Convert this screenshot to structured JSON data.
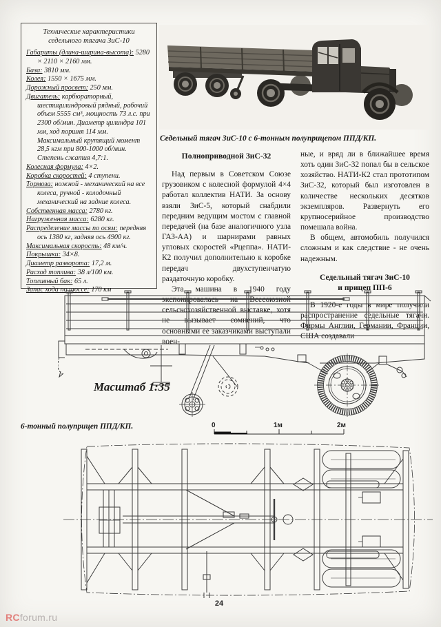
{
  "spec_box": {
    "title_line1": "Технические характеристики",
    "title_line2": "седельного тягача ЗиС-10",
    "items": [
      {
        "label": "Габариты (длина-ширина-высота):",
        "value": "5280 × 2110 × 2160 мм."
      },
      {
        "label": "База:",
        "value": "3810 мм."
      },
      {
        "label": "Колея:",
        "value": "1550 × 1675 мм."
      },
      {
        "label": "Дорожный просвет:",
        "value": "250 мм."
      },
      {
        "label": "Двигатель:",
        "value": "карбюраторный, шестицилиндровый рядный, рабочий объем 5555 см³, мощность 73 л.с. при 2300 об/мин. Диаметр цилиндра 101 мм, ход поршня 114 мм. Максимальный крутящий момент 28,5 кгм при 800-1000 об/мин. Степень сжатия 4,7:1."
      },
      {
        "label": "Колесная формула:",
        "value": "4×2."
      },
      {
        "label": "Коробка скоростей:",
        "value": "4 ступени."
      },
      {
        "label": "Тормоза:",
        "value": "ножной - механический на все колеса, ручной - колодочный механический на задние колеса."
      },
      {
        "label": "Собственная масса:",
        "value": "2780 кг."
      },
      {
        "label": "Нагруженная масса:",
        "value": "6280 кг."
      },
      {
        "label": "Распределение массы по осям:",
        "value": "передняя ось 1380 кг, задняя ось 4900 кг."
      },
      {
        "label": "Максимальная скорость:",
        "value": "48 км/ч."
      },
      {
        "label": "Покрышки:",
        "value": "34×8."
      },
      {
        "label": "Диаметр разворота:",
        "value": "17,2 м."
      },
      {
        "label": "Расход топлива:",
        "value": "38 л/100 км."
      },
      {
        "label": "Топливный бак:",
        "value": "65 л."
      },
      {
        "label": "Запас хода по шоссе:",
        "value": "170 км"
      }
    ]
  },
  "photo_caption": "Седельный тягач ЗиС-10 с 6-тонным полуприцепом ППД/КП.",
  "article": {
    "left_heading": "Полноприводной ЗиС-32",
    "left_p1": "Над первым в Советском Союзе грузовиком с колесной формулой 4×4 работал коллектив НАТИ. За основу взяли ЗиС-5, который снабдили передним ведущим мостом с главной передачей (на базе аналогичного узла ГАЗ-АА) и шарнирами равных угловых скоростей «Рцеппа». НАТИ-К2 получил дополнительно к коробке передач двухступенчатую раздаточную коробку.",
    "left_p2": "Эта машина в 1940 году экспонировалась на Всесоюзной сельскохозяйственной выставке, хотя не вызывает сомнений, что основными ее заказчиками выступали воен-",
    "right_p1": "ные, и вряд ли в ближайшее время хоть один ЗиС-32 попал бы в сельское хозяйство. НАТИ-К2 стал прототипом ЗиС-32, который был изготовлен в количестве нескольких десятков экземпляров. Развернуть его крупносерийное производство помешала война.",
    "right_p2": "В общем, автомобиль получился сложным и как следствие - не очень надежным.",
    "right_heading_line1": "Седельный тягач ЗиС-10",
    "right_heading_line2": "и прицеп ПП-6",
    "right_p3": "В 1920-е годы в мире получили распространение седельные тягачи. Фирмы Англии, Германии, Франции, США создавали"
  },
  "drawing": {
    "scale_label": "Масштаб 1:35",
    "caption": "6-тонный полуприцеп ППД/КП.",
    "scalebar": {
      "t0": "0",
      "t1": "1м",
      "t2": "2м"
    }
  },
  "footer": {
    "page_number": "24",
    "watermark_rc": "RC",
    "watermark_rest": "forum.ru"
  },
  "colors": {
    "ink": "#3b3b3b",
    "paper": "#f7f6f2",
    "watermark_red": "#e2807c",
    "watermark_gray": "#b7b1b0"
  }
}
